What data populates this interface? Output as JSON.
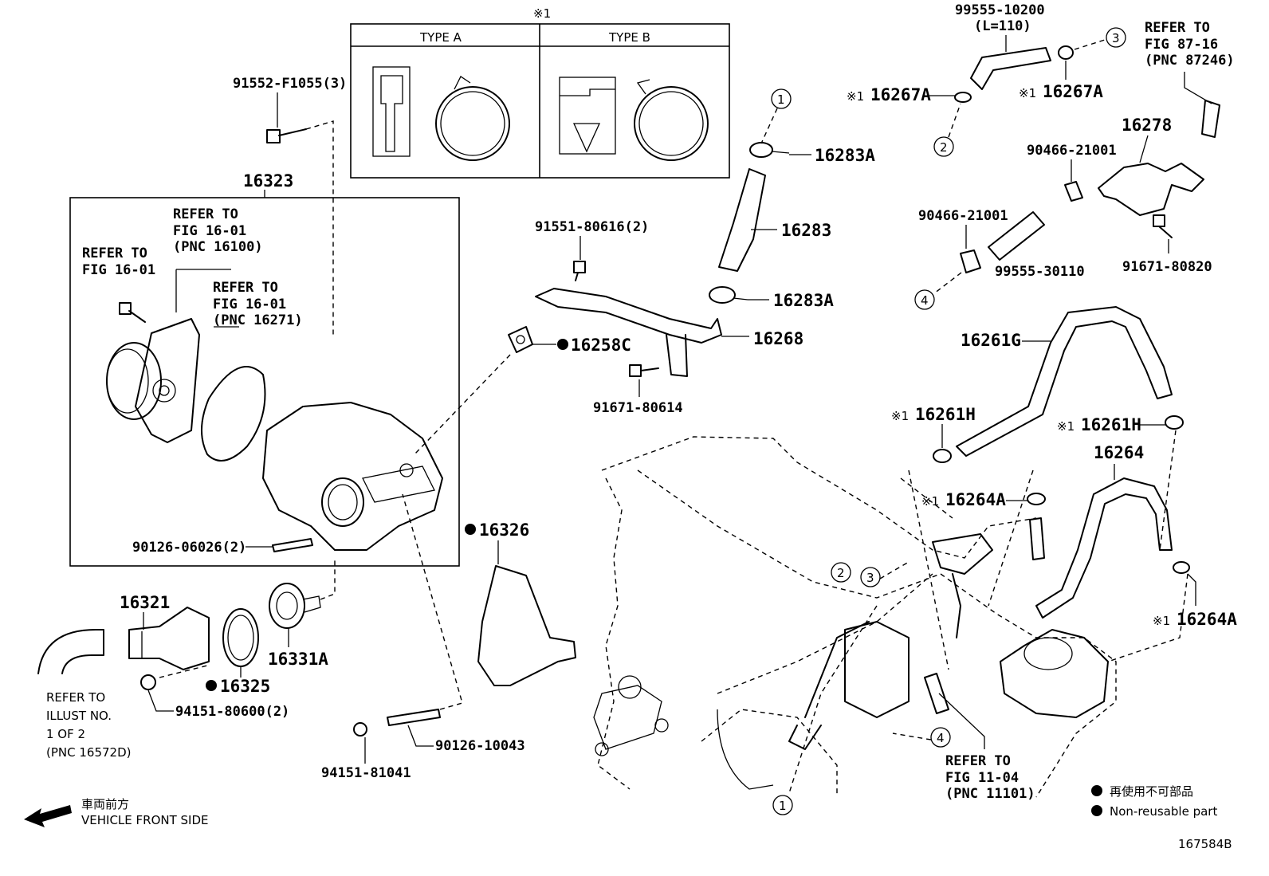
{
  "diagram_id": "167584B",
  "type_box": {
    "note_mark": "※1",
    "type_a": "TYPE A",
    "type_b": "TYPE B"
  },
  "group_label": "16323",
  "callout_numbers": [
    "1",
    "2",
    "3",
    "4"
  ],
  "labels": {
    "b_91552": "91552-F1055(3)",
    "refer_16100_1": "REFER TO",
    "refer_16100_2": "FIG 16-01",
    "refer_16100_3": "(PNC 16100)",
    "refer_fig1601_1": "REFER TO",
    "refer_fig1601_2": "FIG 16-01",
    "refer_16271_1": "REFER TO",
    "refer_16271_2": "FIG 16-01",
    "refer_16271_3": "(PNC 16271)",
    "s_90126_06026": "90126-06026(2)",
    "p_16321": "16321",
    "p_16325": "16325",
    "p_16331a": "16331A",
    "n_94151_80600": "94151-80600(2)",
    "refer_illust_1": "REFER TO",
    "refer_illust_2": "ILLUST NO.",
    "refer_illust_3": "1 OF 2",
    "refer_illust_4": "(PNC 16572D)",
    "n_94151_81041": "94151-81041",
    "s_90126_10043": "90126-10043",
    "p_16326": "16326",
    "p_16258c": "16258C",
    "b_91551": "91551-80616(2)",
    "p_16268": "16268",
    "b_91671_80614": "91671-80614",
    "p_16283a_top": "16283A",
    "p_16283": "16283",
    "p_16283a_bot": "16283A",
    "h_99555_10200": "99555-10200",
    "h_l110": "(L=110)",
    "p_16267a_left": "16267A",
    "p_16267a_right": "16267A",
    "refer_87_1": "REFER TO",
    "refer_87_2": "FIG 87-16",
    "refer_87_3": "(PNC 87246)",
    "p_16278": "16278",
    "c_90466_a": "90466-21001",
    "c_90466_b": "90466-21001",
    "h_99555_30110": "99555-30110",
    "b_91671_80820": "91671-80820",
    "p_16261g": "16261G",
    "p_16261h_left": "16261H",
    "p_16261h_right": "16261H",
    "p_16264": "16264",
    "p_16264a_top": "16264A",
    "p_16264a_bot": "16264A",
    "refer_11_1": "REFER TO",
    "refer_11_2": "FIG 11-04",
    "refer_11_3": "(PNC 11101)",
    "vehicle_front_jp": "車両前方",
    "vehicle_front_en": "VEHICLE FRONT SIDE",
    "legend_jp": "再使用不可部品",
    "legend_en": "Non-reusable part",
    "mark_note": "※1"
  }
}
